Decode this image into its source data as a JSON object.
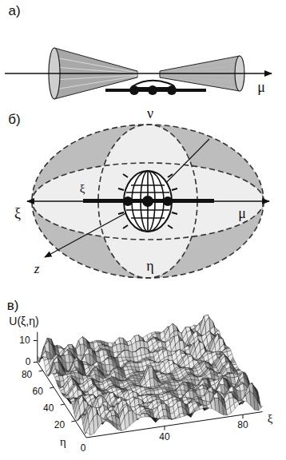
{
  "diagram": {
    "labels": [
      "а)",
      "μ",
      "б)",
      "ν",
      "ξ",
      "ξ",
      "μ",
      "z",
      "η",
      "в)",
      "U(ξ,η)",
      "10",
      "0",
      "80",
      "60",
      "40",
      "20",
      "η",
      "0",
      "40",
      "80",
      "ξ"
    ]
  }
}
